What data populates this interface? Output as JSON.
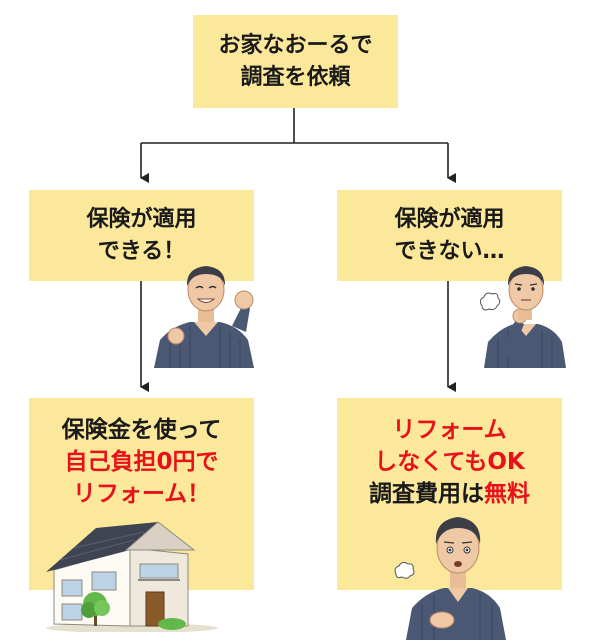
{
  "top": {
    "lines": [
      "お家なおーるで",
      "調査を依頼"
    ]
  },
  "left_branch": {
    "lines": [
      "保険が適用",
      "できる！"
    ]
  },
  "right_branch": {
    "lines": [
      "保険が適用",
      "できない…"
    ]
  },
  "left_result": {
    "line1": "保険金を使って",
    "line2": "自己負担0円で",
    "line3": "リフォーム！"
  },
  "right_result": {
    "line1": "リフォーム",
    "line2": "しなくてもOK",
    "line3_a": "調査費用は",
    "line3_b": "無料"
  },
  "colors": {
    "box": "#fbe89a",
    "accent_red": "#e8101a",
    "arrow": "#222222"
  }
}
